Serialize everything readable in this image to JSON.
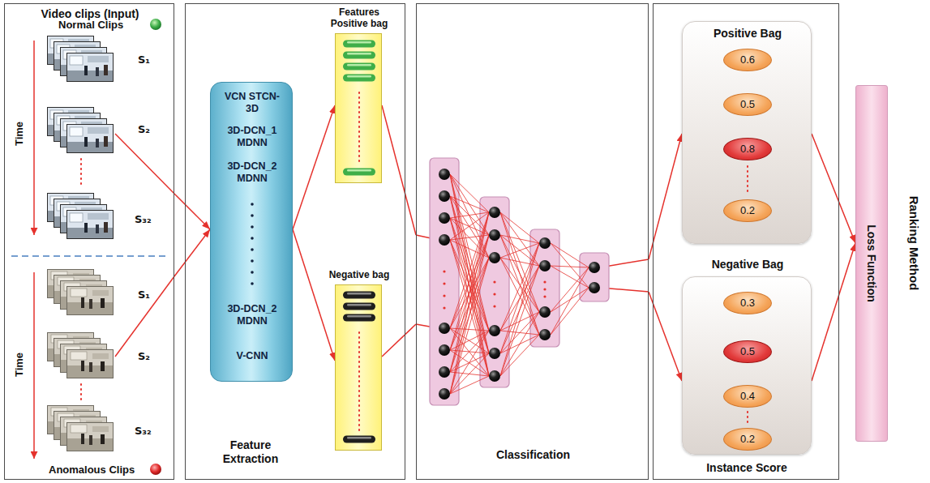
{
  "diagram": {
    "nodes": [
      {
        "text": [
          "Video clips (Input)"
        ]
      },
      {
        "text": [
          "Feature Extraction"
        ]
      },
      {
        "text": [
          "VCN STCN-3D",
          "3D-DCN_1 MDNN",
          "3D-DCN_2 MDNN",
          "3D-DCN_2 MDNN",
          "V-CNN"
        ],
        "in": 1
      },
      {
        "text": [
          "Features Positive bag"
        ],
        "in": 1
      },
      {
        "text": [
          "Negative bag"
        ],
        "in": 1
      },
      {
        "text": [
          "Classification"
        ]
      },
      {
        "text": [
          "Instance Score"
        ]
      },
      {
        "text": [
          "Positive Bag"
        ],
        "in": 6
      },
      {
        "text": [
          "Negative Bag"
        ],
        "in": 6
      },
      {
        "text": [
          "0.6"
        ],
        "in": 7
      },
      {
        "text": [
          "0.5"
        ],
        "in": 7
      },
      {
        "text": [
          "0.8"
        ],
        "in": 7
      },
      {
        "text": [
          "0.2"
        ],
        "in": 7
      },
      {
        "text": [
          "0.3"
        ],
        "in": 8
      },
      {
        "text": [
          "0.5"
        ],
        "in": 8
      },
      {
        "text": [
          "0.4"
        ],
        "in": 8
      },
      {
        "text": [
          "0.2"
        ],
        "in": 8
      },
      {
        "text": [
          "Loss Function"
        ]
      }
    ],
    "edges": [
      {
        "from": 0,
        "to": 2,
        "arrow": "to"
      },
      {
        "from": 0,
        "to": 2,
        "arrow": "to"
      },
      {
        "from": 2,
        "to": 3,
        "arrow": "to"
      },
      {
        "from": 2,
        "to": 4,
        "arrow": "to"
      },
      {
        "from": 3,
        "to": 5,
        "arrow": "none"
      },
      {
        "from": 4,
        "to": 5,
        "arrow": "none"
      },
      {
        "from": 5,
        "to": 7,
        "arrow": "to"
      },
      {
        "from": 5,
        "to": 8,
        "arrow": "to"
      },
      {
        "from": 7,
        "to": 17,
        "arrow": "to"
      },
      {
        "from": 8,
        "to": 17,
        "arrow": "to"
      }
    ],
    "labels": [
      "Normal Clips",
      "S₁",
      "S₂",
      "S₃₂",
      "Time",
      "S₁",
      "S₂",
      "S₃₂",
      "Time",
      "Anomalous Clips",
      "Ranking Method"
    ]
  }
}
